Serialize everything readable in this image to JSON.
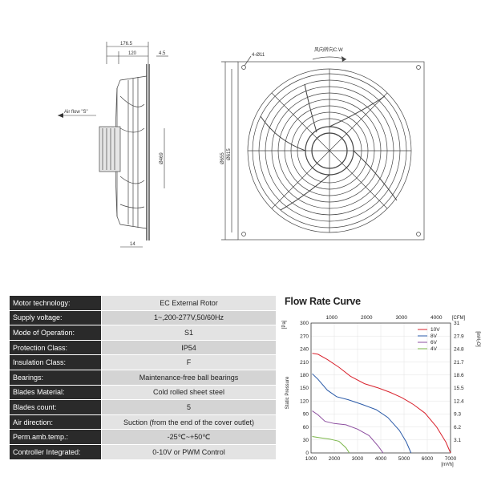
{
  "drawing": {
    "side_dims": {
      "overall": "176.5",
      "body": "120",
      "flange": "4.5",
      "diameter": "Ø469",
      "bottom": "14"
    },
    "airflow_label": "Air flow \"S\"",
    "front_dims": {
      "holes": "4-Ø11",
      "rotation": "风向转向C.W",
      "outer": "Ø655",
      "inner": "Ø615"
    }
  },
  "specs": {
    "rows": [
      {
        "label": "Motor technology:",
        "value": "EC External Rotor"
      },
      {
        "label": "Supply voltage:",
        "value": "1~,200-277V,50/60Hz"
      },
      {
        "label": "Mode of Operation:",
        "value": "S1"
      },
      {
        "label": "Protection Class:",
        "value": "IP54"
      },
      {
        "label": "Insulation Class:",
        "value": "F"
      },
      {
        "label": "Bearings:",
        "value": "Maintenance-free ball bearings"
      },
      {
        "label": "Blades Material:",
        "value": "Cold rolled sheet steel"
      },
      {
        "label": "Blades count:",
        "value": "5"
      },
      {
        "label": "Air direction:",
        "value": "Suction (from the end of the cover outlet)"
      },
      {
        "label": "Perm.amb.temp.:",
        "value": "-25℃~+50℃"
      },
      {
        "label": "Controller Integrated:",
        "value": "0-10V or PWM Control"
      }
    ]
  },
  "chart_data": {
    "type": "line",
    "title": "Flow Rate Curve",
    "xlabel": "[m³/h]",
    "ylabel": "Static Pressure",
    "y_unit": "[Pa]",
    "x_ticks": [
      1000,
      2000,
      3000,
      4000,
      5000,
      6000,
      7000
    ],
    "xlim": [
      1000,
      7000
    ],
    "y_ticks": [
      0,
      30,
      60,
      90,
      120,
      150,
      180,
      210,
      240,
      270,
      300
    ],
    "ylim": [
      0,
      300
    ],
    "top_axis": {
      "unit": "[CFM]",
      "ticks": [
        1000,
        2000,
        3000,
        4000
      ]
    },
    "right_axis": {
      "unit": "[inH₂O]",
      "ticks": [
        "31",
        "27.9",
        "24.8",
        "21.7",
        "18.6",
        "15.5",
        "12.4",
        "9.3",
        "6.2",
        "3.1"
      ]
    },
    "series": [
      {
        "name": "10V",
        "color": "#d9232e",
        "x": [
          1050,
          1300,
          1700,
          2200,
          2700,
          3300,
          3900,
          4400,
          4900,
          5400,
          5900,
          6400,
          6800,
          7000
        ],
        "y": [
          230,
          228,
          216,
          198,
          177,
          160,
          150,
          140,
          128,
          112,
          92,
          60,
          25,
          0
        ]
      },
      {
        "name": "8V",
        "color": "#2a5aa8",
        "x": [
          1050,
          1300,
          1700,
          2100,
          2600,
          3200,
          3800,
          4300,
          4800,
          5100,
          5300
        ],
        "y": [
          183,
          170,
          145,
          130,
          123,
          112,
          100,
          82,
          52,
          25,
          0
        ]
      },
      {
        "name": "6V",
        "color": "#8d4fa0",
        "x": [
          1050,
          1300,
          1600,
          2000,
          2500,
          3000,
          3500,
          3900,
          4100
        ],
        "y": [
          97,
          88,
          73,
          68,
          65,
          55,
          40,
          15,
          0
        ]
      },
      {
        "name": "4V",
        "color": "#7ab648",
        "x": [
          1050,
          1400,
          1800,
          2200,
          2500,
          2650
        ],
        "y": [
          38,
          35,
          32,
          27,
          12,
          0
        ]
      }
    ]
  }
}
